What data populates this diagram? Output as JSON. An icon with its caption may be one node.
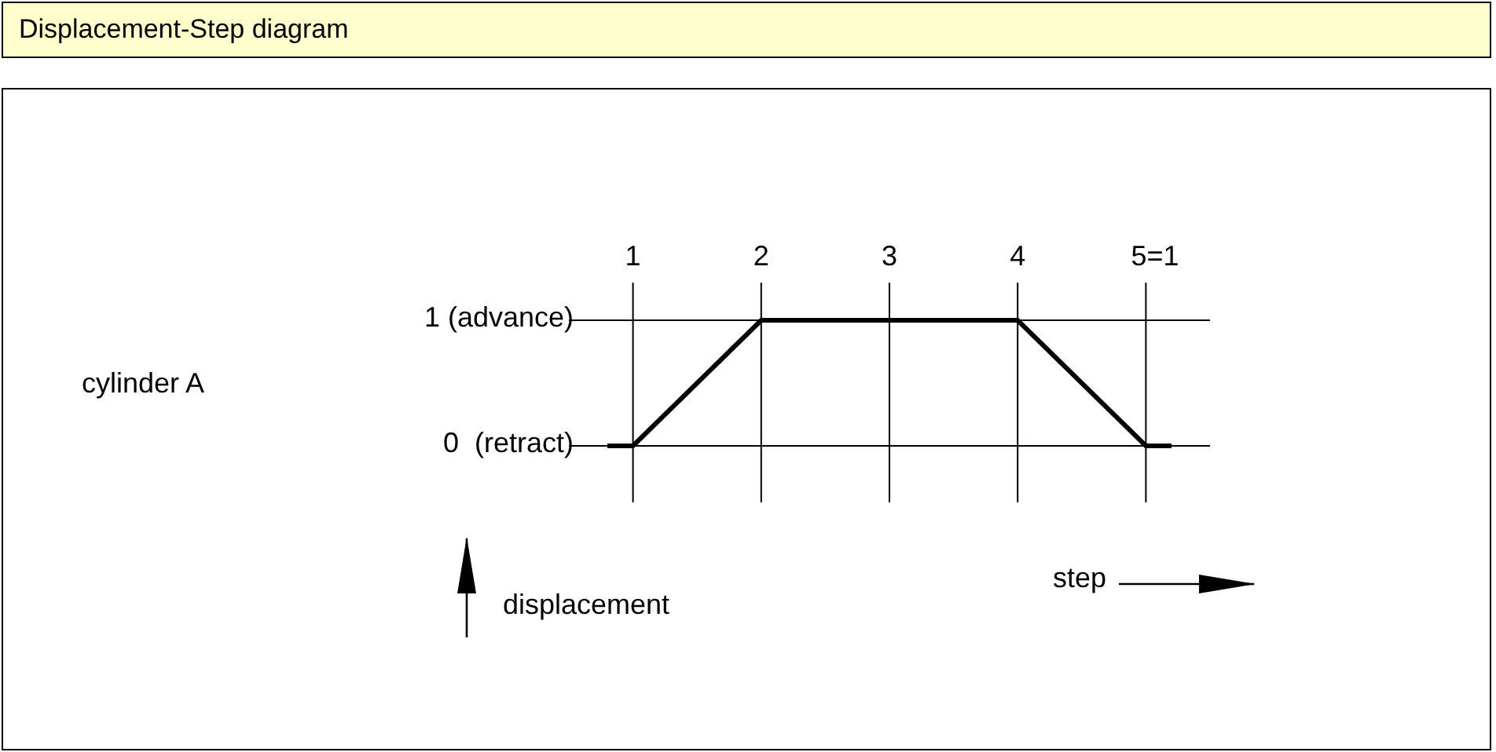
{
  "diagram": {
    "title": "Displacement-Step diagram",
    "chart_data": {
      "type": "line",
      "xlabel": "step",
      "ylabel": "displacement",
      "grid": true,
      "x": [
        0.8,
        1,
        2,
        3,
        4,
        5,
        5.2
      ],
      "series": [
        {
          "name": "cylinder A",
          "values": [
            0,
            0,
            1,
            1,
            1,
            0,
            0
          ]
        }
      ],
      "xlim": [
        0.5,
        5.5
      ],
      "ylim": [
        -0.45,
        1.3
      ],
      "xticks": [
        {
          "value": 1,
          "label": "1"
        },
        {
          "value": 2,
          "label": "2"
        },
        {
          "value": 3,
          "label": "3"
        },
        {
          "value": 4,
          "label": "4"
        },
        {
          "value": 5,
          "label": "5=1"
        }
      ],
      "yticks": [
        {
          "value": 0,
          "label": "0  (retract)"
        },
        {
          "value": 1,
          "label": "1 (advance)"
        }
      ]
    }
  }
}
